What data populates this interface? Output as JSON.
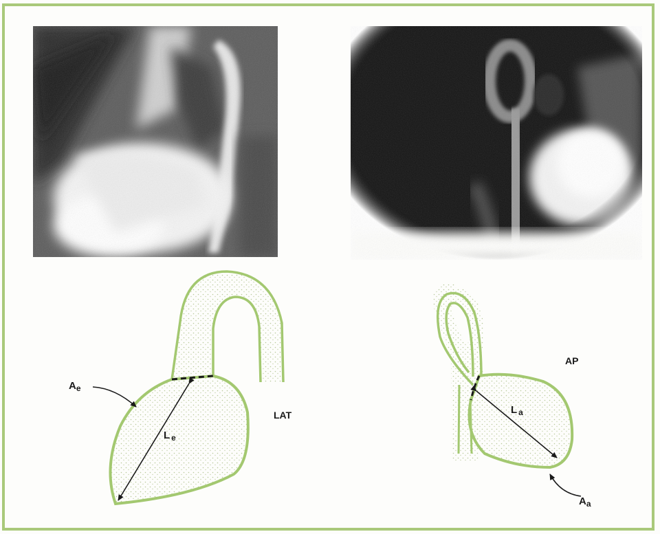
{
  "colors": {
    "frame": "#a9c97a",
    "outline": "#a3c870",
    "stipple": "#b8c99a",
    "background": "#fdfdfb"
  },
  "left_diagram": {
    "view_label": "LAT",
    "area_label_main": "A",
    "area_label_sub": "e",
    "length_label_main": "L",
    "length_label_sub": "e"
  },
  "right_diagram": {
    "view_label": "AP",
    "area_label_main": "A",
    "area_label_sub": "a",
    "length_label_main": "L",
    "length_label_sub": "a"
  }
}
